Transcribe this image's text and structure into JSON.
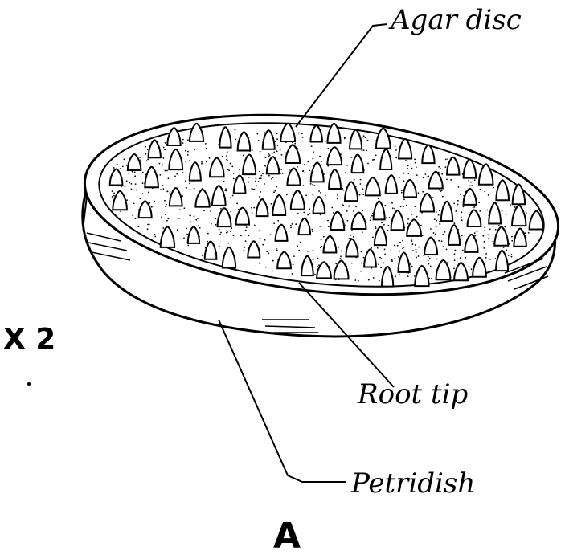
{
  "labels": {
    "agar_disc": "Agar disc",
    "root_tip": "Root tip",
    "petri_dish": "Petridish",
    "magnification": "X 2",
    "panel": "A"
  },
  "colors": {
    "ink": "#000000",
    "paper": "#ffffff"
  }
}
